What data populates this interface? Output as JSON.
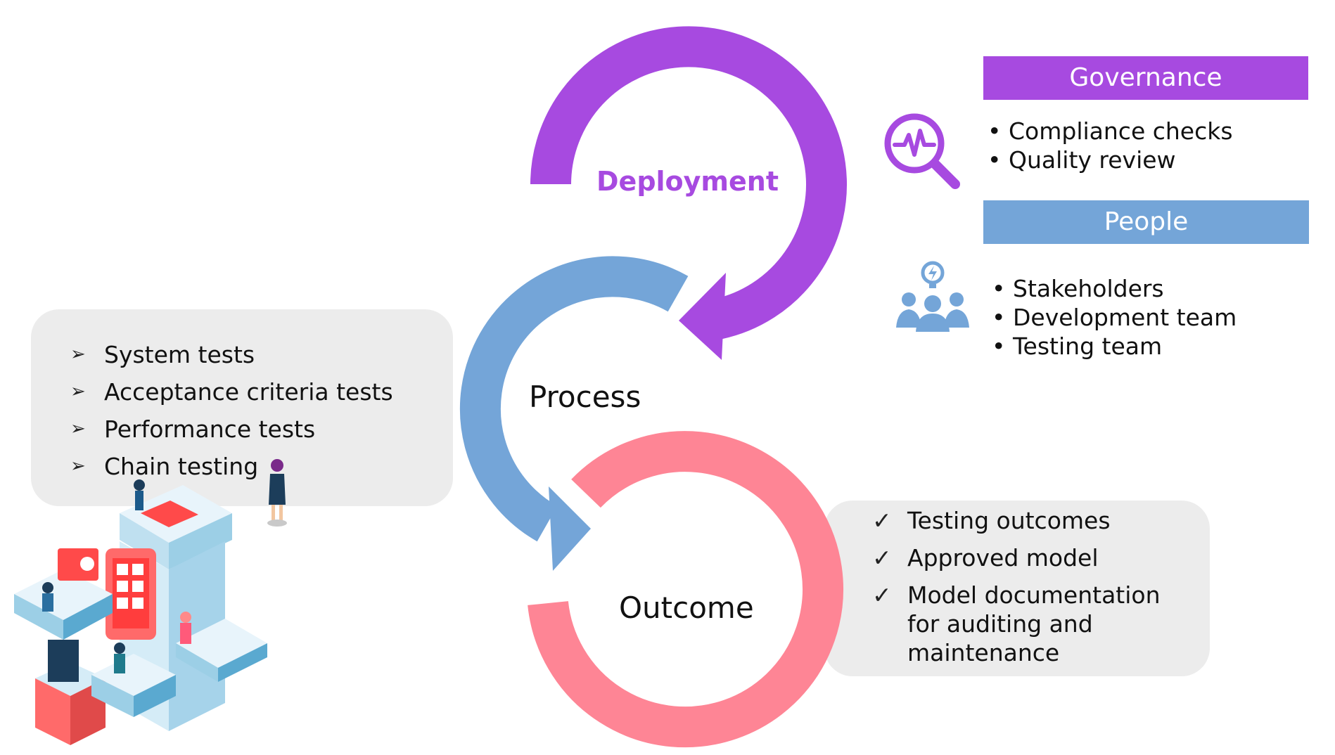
{
  "colors": {
    "deployment": "#a74ae0",
    "process": "#74a5d8",
    "outcome": "#fe8595",
    "panel": "#ececec"
  },
  "cycle": {
    "deployment_label": "Deployment",
    "process_label": "Process",
    "outcome_label": "Outcome"
  },
  "tests": {
    "bullet_icon": "arrowhead-bullet-icon",
    "items": [
      "System tests",
      "Acceptance criteria tests",
      "Performance tests",
      "Chain testing"
    ]
  },
  "outcomes": {
    "bullet_icon": "checkmark-icon",
    "items": [
      {
        "lines": [
          "Testing outcomes"
        ]
      },
      {
        "lines": [
          "Approved model"
        ]
      },
      {
        "lines": [
          "Model documentation",
          "for auditing and",
          "maintenance"
        ]
      }
    ]
  },
  "governance": {
    "title": "Governance",
    "icon": "magnifier-pulse-icon",
    "items": [
      "Compliance checks",
      "Quality review"
    ]
  },
  "people": {
    "title": "People",
    "icon": "team-idea-icon",
    "items": [
      "Stakeholders",
      "Development team",
      "Testing team"
    ]
  },
  "illustration": {
    "icon": "isometric-office-team-illustration"
  }
}
